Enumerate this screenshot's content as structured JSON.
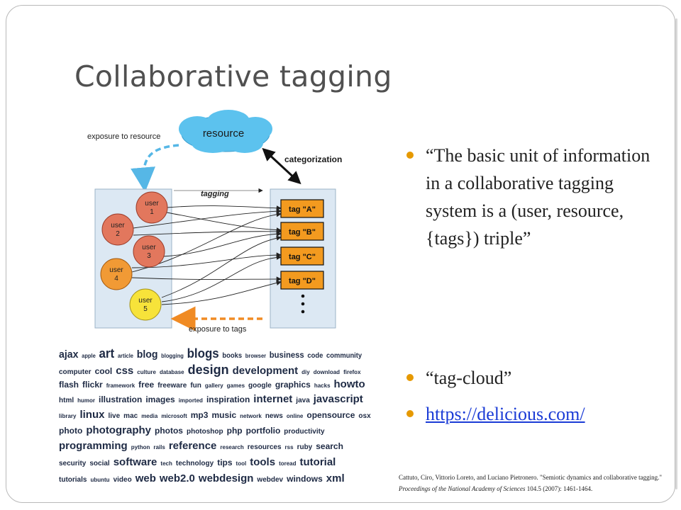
{
  "slide": {
    "title": "Collaborative tagging",
    "bullets": [
      "“The basic unit of information in a collaborative tagging system is a (user, resource, {tags}) triple”",
      "“tag-cloud”"
    ],
    "link": "https://delicious.com/",
    "citation": {
      "main": "Cattuto, Ciro, Vittorio Loreto, and Luciano Pietronero. \"Semiotic dynamics and collaborative tagging.\"",
      "journal": "Proceedings of the National Academy of Sciences",
      "tail": "104.5 (2007): 1461-1464."
    }
  },
  "diagram": {
    "resource_label": "resource",
    "exposure_resource": "exposure to resource",
    "categorization": "categorization",
    "tagging": "tagging",
    "exposure_tags": "exposure to tags",
    "users": [
      {
        "word": "user",
        "num": "1",
        "color": "#e2775d"
      },
      {
        "word": "user",
        "num": "2",
        "color": "#e2775d"
      },
      {
        "word": "user",
        "num": "3",
        "color": "#e2775d"
      },
      {
        "word": "user",
        "num": "4",
        "color": "#f19a35"
      },
      {
        "word": "user",
        "num": "5",
        "color": "#f7e33a"
      }
    ],
    "tags": [
      "tag \"A\"",
      "tag \"B\"",
      "tag \"C\"",
      "tag \"D\""
    ],
    "colors": {
      "cloud": "#5cc2ee",
      "panel": "#dce8f3",
      "tag": "#f39a1f",
      "dashed_blue": "#56b7e6",
      "dashed_orange": "#f08b24"
    }
  },
  "tag_cloud": {
    "lines": [
      [
        [
          "ajax",
          4
        ],
        [
          "apple",
          1
        ],
        [
          "art",
          5
        ],
        [
          "article",
          1
        ],
        [
          "blog",
          4
        ],
        [
          "blogging",
          1
        ],
        [
          "blogs",
          5
        ],
        [
          "books",
          2
        ],
        [
          "browser",
          1
        ],
        [
          "business",
          3
        ],
        [
          "code",
          2
        ],
        [
          "community",
          2
        ]
      ],
      [
        [
          "computer",
          2
        ],
        [
          "cool",
          3
        ],
        [
          "css",
          4
        ],
        [
          "culture",
          1
        ],
        [
          "database",
          1
        ],
        [
          "design",
          5
        ],
        [
          "development",
          4
        ],
        [
          "diy",
          1
        ],
        [
          "download",
          1
        ],
        [
          "firefox",
          1
        ]
      ],
      [
        [
          "flash",
          3
        ],
        [
          "flickr",
          3
        ],
        [
          "framework",
          1
        ],
        [
          "free",
          3
        ],
        [
          "freeware",
          2
        ],
        [
          "fun",
          2
        ],
        [
          "gallery",
          1
        ],
        [
          "games",
          1
        ],
        [
          "google",
          2
        ],
        [
          "graphics",
          3
        ],
        [
          "hacks",
          1
        ],
        [
          "howto",
          4
        ]
      ],
      [
        [
          "html",
          2
        ],
        [
          "humor",
          1
        ],
        [
          "illustration",
          3
        ],
        [
          "images",
          3
        ],
        [
          "imported",
          1
        ],
        [
          "inspiration",
          3
        ],
        [
          "internet",
          4
        ],
        [
          "java",
          2
        ],
        [
          "javascript",
          4
        ]
      ],
      [
        [
          "library",
          1
        ],
        [
          "linux",
          4
        ],
        [
          "live",
          2
        ],
        [
          "mac",
          2
        ],
        [
          "media",
          1
        ],
        [
          "microsoft",
          1
        ],
        [
          "mp3",
          3
        ],
        [
          "music",
          3
        ],
        [
          "network",
          1
        ],
        [
          "news",
          2
        ],
        [
          "online",
          1
        ],
        [
          "opensource",
          3
        ],
        [
          "osx",
          2
        ]
      ],
      [
        [
          "photo",
          3
        ],
        [
          "photography",
          4
        ],
        [
          "photos",
          3
        ],
        [
          "photoshop",
          2
        ],
        [
          "php",
          3
        ],
        [
          "portfolio",
          3
        ],
        [
          "productivity",
          2
        ]
      ],
      [
        [
          "programming",
          4
        ],
        [
          "python",
          1
        ],
        [
          "rails",
          1
        ],
        [
          "reference",
          4
        ],
        [
          "research",
          1
        ],
        [
          "resources",
          2
        ],
        [
          "rss",
          1
        ],
        [
          "ruby",
          2
        ],
        [
          "search",
          3
        ]
      ],
      [
        [
          "security",
          2
        ],
        [
          "social",
          2
        ],
        [
          "software",
          4
        ],
        [
          "tech",
          1
        ],
        [
          "technology",
          2
        ],
        [
          "tips",
          3
        ],
        [
          "tool",
          1
        ],
        [
          "tools",
          4
        ],
        [
          "toread",
          1
        ],
        [
          "tutorial",
          4
        ]
      ],
      [
        [
          "tutorials",
          2
        ],
        [
          "ubuntu",
          1
        ],
        [
          "video",
          2
        ],
        [
          "web",
          4
        ],
        [
          "web2.0",
          4
        ],
        [
          "webdesign",
          4
        ],
        [
          "webdev",
          2
        ],
        [
          "windows",
          3
        ],
        [
          "xml",
          4
        ]
      ]
    ]
  }
}
